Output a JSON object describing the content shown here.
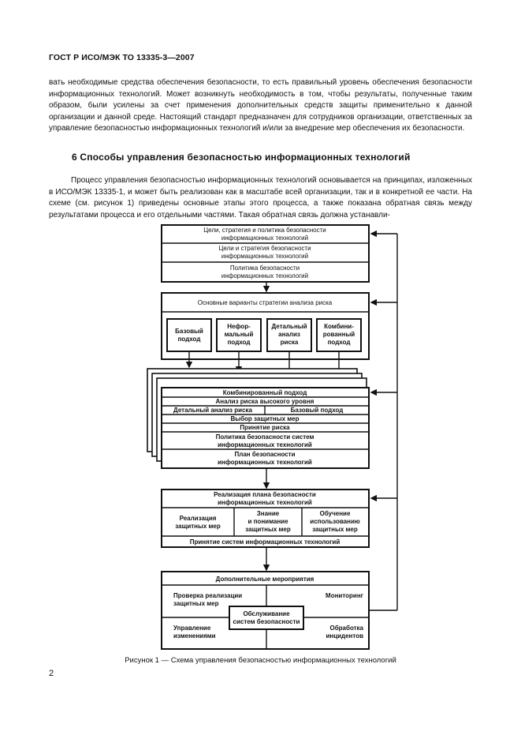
{
  "header": "ГОСТ Р ИСО/МЭК ТО 13335-3—2007",
  "paragraph1": "вать необходимые средства обеспечения безопасности, то есть правильный уровень обеспечения безопасности информационных технологий. Может возникнуть необходимость в том, чтобы результаты, полученные таким образом, были усилены за счет применения дополнительных средств защиты применительно к данной организации и данной среде. Настоящий стандарт предназначен для сотрудников организации, ответственных за управление безопасностью информационных технологий и/или за внедрение мер обеспечения их безопасности.",
  "section_heading": "6 Способы управления безопасностью информационных технологий",
  "paragraph2": "Процесс управления безопасностью информационных технологий основывается на принципах, изложенных в ИСО/МЭК 13335-1, и может быть реализован как в масштабе всей организации, так и в конкретной ее части. На схеме (см. рисунок 1) приведены основные этапы этого процесса, а также показана обратная связь между результатами процесса и его отдельными частями. Такая обратная связь должна устанавли-",
  "diagram": {
    "block1": {
      "row1": [
        "Цели, стратегия и политика безопасности",
        "информационных технологий"
      ],
      "row2": [
        "Цели и стратегия безопасности",
        "информационных технологий"
      ],
      "row3": [
        "Политика безопасности",
        "информационных технологий"
      ]
    },
    "block2": {
      "title": "Основные варианты стратегии анализа риска",
      "options": [
        [
          "Базовый",
          "подход"
        ],
        [
          "Нефор-",
          "мальный",
          "подход"
        ],
        [
          "Детальный",
          "анализ",
          "риска"
        ],
        [
          "Комбини-",
          "рованный",
          "подход"
        ]
      ]
    },
    "block3": {
      "row1": "Комбинированный подход",
      "row2": "Анализ риска высокого уровня",
      "row3_left": "Детальный анализ риска",
      "row3_right": "Базовый подход",
      "row4": "Выбор защитных мер",
      "row5": "Принятие риска",
      "row6": [
        "Политика безопасности систем",
        "информационных технологий"
      ],
      "row7": [
        "План безопасности",
        "информационных технологий"
      ]
    },
    "block4": {
      "title": [
        "Реализация плана безопасности",
        "информационных технологий"
      ],
      "cells": [
        [
          "Реализация",
          "защитных мер"
        ],
        [
          "Знание",
          "и понимание",
          "защитных мер"
        ],
        [
          "Обучение",
          "использованию",
          "защитных мер"
        ]
      ],
      "footer": "Принятие систем информационных технологий"
    },
    "block5": {
      "title": "Дополнительные мероприятия",
      "top_left": [
        "Проверка реализации",
        "защитных мер"
      ],
      "top_right": "Мониторинг",
      "center": [
        "Обслуживание",
        "систем безопасности"
      ],
      "bottom_left": [
        "Управление",
        "изменениями"
      ],
      "bottom_right": [
        "Обработка",
        "инцидентов"
      ]
    }
  },
  "caption": "Рисунок 1 — Схема управления безопасностью информационных технологий",
  "page_number": "2"
}
